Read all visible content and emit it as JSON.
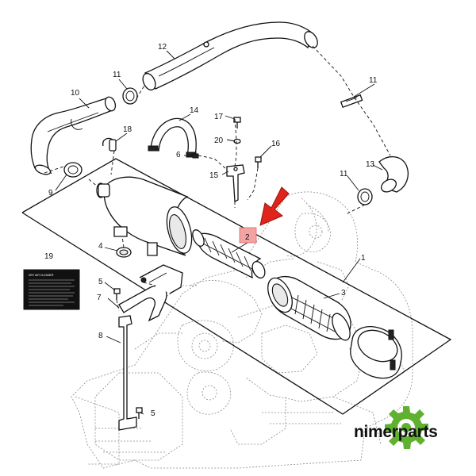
{
  "callouts": {
    "p1": "1",
    "p2": "2",
    "p3": "3",
    "p4": "4",
    "p5a": "5",
    "p5b": "5",
    "p6": "6",
    "p7": "7",
    "p8": "8",
    "p9": "9",
    "p10": "10",
    "p11a": "11",
    "p11b": "11",
    "p11c": "11",
    "p12": "12",
    "p13": "13",
    "p14": "14",
    "p15": "15",
    "p16": "16",
    "p17": "17",
    "p18": "18",
    "p19": "19",
    "p20": "20"
  },
  "decal": {
    "title": "DRY AIR CLEANER"
  },
  "highlight": {
    "part": "2",
    "box_color": "#f4a3a3",
    "arrow_color": "#e0241b"
  },
  "watermark": {
    "brand": "nimerparts",
    "logo": "gear-icon",
    "logo_color": "#5fb12f"
  }
}
